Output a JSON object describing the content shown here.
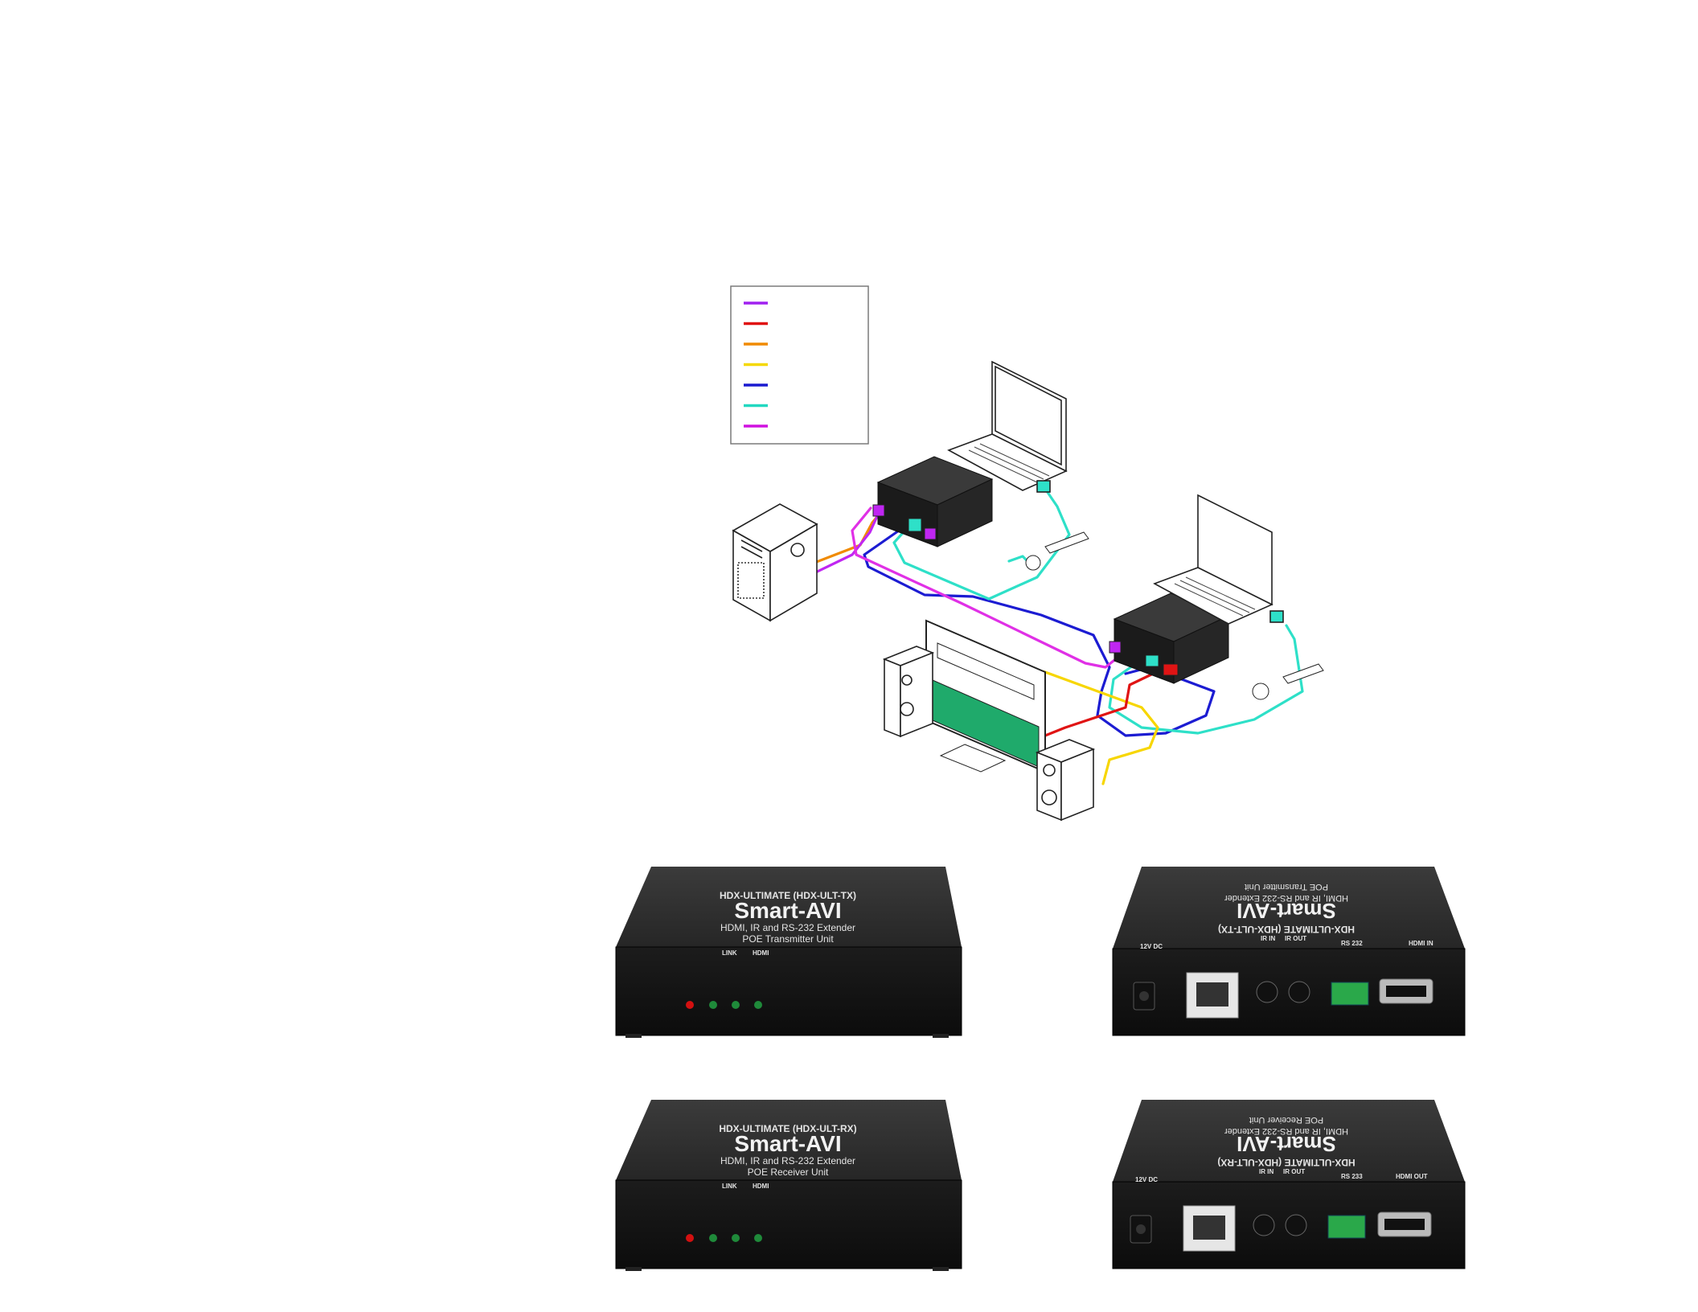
{
  "legend": {
    "colors": [
      "#a020f0",
      "#e01010",
      "#f08a00",
      "#f5d800",
      "#1a1ad0",
      "#22d8c0",
      "#d010e0"
    ]
  },
  "cables": {
    "purple": "#c026f2",
    "magenta": "#e030e6",
    "cyan": "#2ee0c8",
    "blue": "#1c1cd2",
    "orange": "#f08a00",
    "yellow": "#f7d600",
    "red": "#e01414"
  },
  "products": {
    "tx_front": {
      "model": "HDX-ULTIMATE (HDX-ULT-TX)",
      "brand": "Smart-AVI",
      "line1": "HDMI, IR and RS-232 Extender",
      "line2": "POE Transmitter Unit",
      "led_labels": [
        "LINK",
        "HDMI"
      ],
      "top_labels": [
        "HDMI IN",
        "RS 232",
        "IR OUT",
        "IR IN",
        "12V DC"
      ]
    },
    "tx_back": {
      "model": "HDX-ULTIMATE (HDX-ULT-TX)",
      "brand": "Smart-AVI",
      "line1": "HDMI, IR and RS-232 Extender",
      "line2": "POE Transmitter Unit",
      "port_labels": [
        "12V DC",
        "IR IN",
        "IR OUT",
        "RS 232",
        "HDMI IN"
      ]
    },
    "rx_front": {
      "model": "HDX-ULTIMATE (HDX-ULT-RX)",
      "brand": "Smart-AVI",
      "line1": "HDMI, IR and RS-232 Extender",
      "line2": "POE Receiver Unit",
      "led_labels": [
        "LINK",
        "HDMI"
      ],
      "top_labels": [
        "HDMI OUT",
        "RS 232",
        "IR OUT",
        "IR IN",
        "12V DC"
      ]
    },
    "rx_back": {
      "model": "HDX-ULTIMATE (HDX-ULT-RX)",
      "brand": "Smart-AVI",
      "line1": "HDMI, IR and RS-232 Extender",
      "line2": "POE Receiver Unit",
      "port_labels": [
        "12V DC",
        "IR IN",
        "IR OUT",
        "RS 233",
        "HDMI OUT"
      ]
    }
  }
}
